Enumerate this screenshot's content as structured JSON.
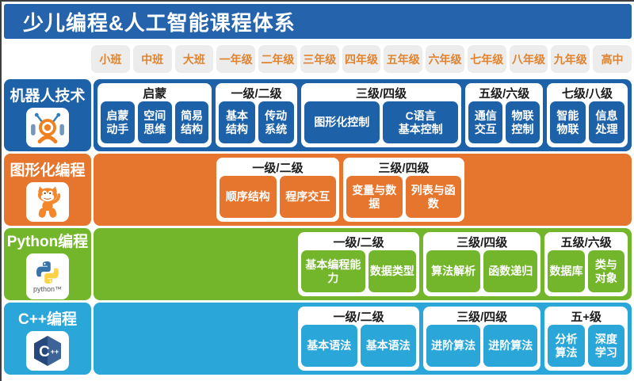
{
  "header": {
    "title": "少儿编程&人工智能课程体系"
  },
  "grade_bar": {
    "items": [
      "小班",
      "中班",
      "大班",
      "一年级",
      "二年级",
      "三年级",
      "四年级",
      "五年级",
      "六年级",
      "七年级",
      "八年级",
      "九年级",
      "高中"
    ]
  },
  "colors": {
    "header_blue": "#2563ac",
    "robot_blue": "#1d62a8",
    "scratch_orange": "#e6762e",
    "python_green": "#74b62b",
    "cpp_cyan": "#2ba6d9",
    "grade_chip_bg": "#ececec",
    "grade_chip_text": "#e0832f"
  },
  "tracks": [
    {
      "label": "机器人技术",
      "icon": "robot-icon",
      "color": "#1d62a8",
      "groups": [
        {
          "level": "启蒙",
          "chips": [
            "启蒙\n动手",
            "空间\n思维",
            "简易\n结构"
          ]
        },
        {
          "level": "一级/二级",
          "chips": [
            "基本\n结构",
            "传动\n系统"
          ]
        },
        {
          "level": "三级/四级",
          "chips": [
            "图形化控制",
            "C语言\n基本控制"
          ]
        },
        {
          "level": "五级/六级",
          "chips": [
            "通信\n交互",
            "物联\n控制"
          ]
        },
        {
          "level": "七级/八级",
          "chips": [
            "智能\n物联",
            "信息\n处理"
          ]
        }
      ]
    },
    {
      "label": "图形化编程",
      "icon": "scratch-cat-icon",
      "color": "#e6762e",
      "groups": [
        {
          "level": "一级/二级",
          "chips": [
            "顺序结构",
            "程序交互"
          ]
        },
        {
          "level": "三级/四级",
          "chips": [
            "变量与数据",
            "列表与函数"
          ]
        }
      ]
    },
    {
      "label": "Python编程",
      "icon": "python-icon",
      "icon_text": "python™",
      "color": "#74b62b",
      "groups": [
        {
          "level": "一级/二级",
          "chips": [
            "基本编程能力",
            "数据类型"
          ]
        },
        {
          "level": "三级/四级",
          "chips": [
            "算法解析",
            "函数递归"
          ]
        },
        {
          "level": "五级/六级",
          "chips": [
            "数据库",
            "类与\n对象"
          ]
        }
      ]
    },
    {
      "label": "C++编程",
      "icon": "cpp-icon",
      "color": "#2ba6d9",
      "groups": [
        {
          "level": "一级/二级",
          "chips": [
            "基本语法",
            "基本语法"
          ]
        },
        {
          "level": "三级/四级",
          "chips": [
            "进阶算法",
            "进阶算法"
          ]
        },
        {
          "level": "五+级",
          "chips": [
            "分析\n算法",
            "深度\n学习"
          ]
        }
      ]
    }
  ]
}
